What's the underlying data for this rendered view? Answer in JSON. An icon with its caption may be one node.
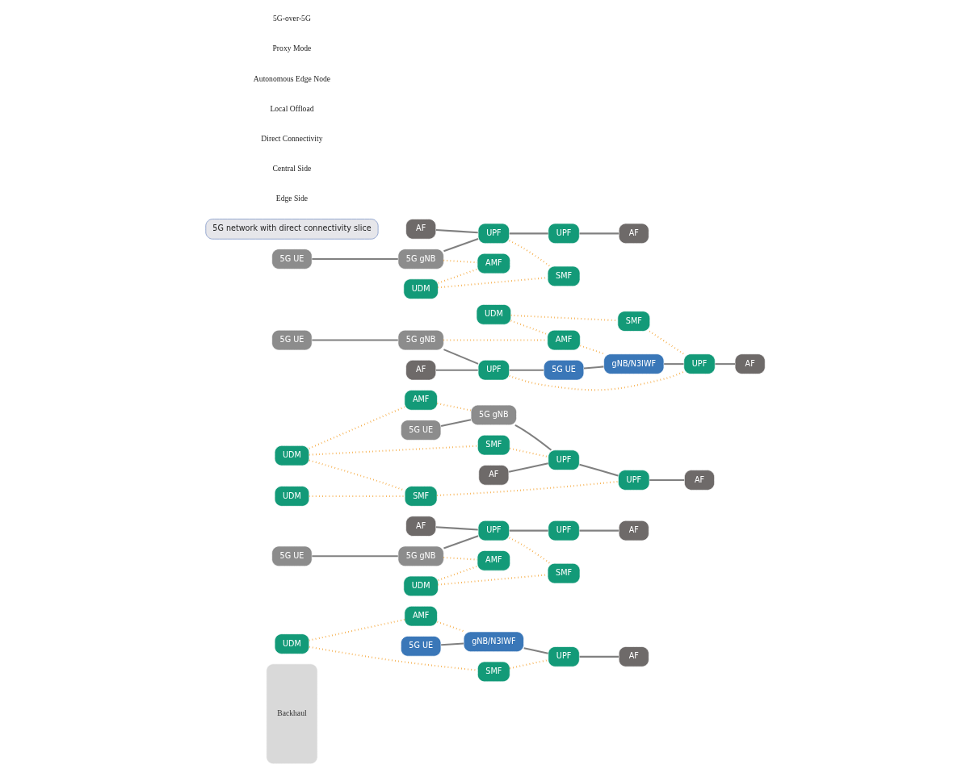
{
  "diagram": {
    "nodes": [
      {
        "text": [
          "Backhaul"
        ]
      },
      {
        "text": [
          "UDM"
        ]
      },
      {
        "text": [
          "AF"
        ]
      },
      {
        "text": [
          "AMF"
        ]
      },
      {
        "text": [
          "SMF"
        ]
      },
      {
        "text": [
          "5G UE"
        ]
      },
      {
        "text": [
          "gNB/N3IWF"
        ]
      },
      {
        "text": [
          "UPF"
        ]
      },
      {
        "text": [
          "AF"
        ]
      },
      {
        "text": [
          "UDM"
        ]
      },
      {
        "text": [
          "AF"
        ]
      },
      {
        "text": [
          "5G UE"
        ]
      },
      {
        "text": [
          "5G gNB"
        ]
      },
      {
        "text": [
          "UPF"
        ]
      },
      {
        "text": [
          "AMF"
        ]
      },
      {
        "text": [
          "SMF"
        ]
      },
      {
        "text": [
          "UPF"
        ]
      },
      {
        "text": [
          "UDM"
        ]
      },
      {
        "text": [
          "AF"
        ]
      },
      {
        "text": [
          "UDM"
        ]
      },
      {
        "text": [
          "AF"
        ]
      },
      {
        "text": [
          "AMF"
        ]
      },
      {
        "text": [
          "SMF"
        ]
      },
      {
        "text": [
          "SMF"
        ]
      },
      {
        "text": [
          "5G UE"
        ]
      },
      {
        "text": [
          "5G gNB"
        ]
      },
      {
        "text": [
          "UPF"
        ]
      },
      {
        "text": [
          "UPF"
        ]
      },
      {
        "text": [
          "UDM"
        ]
      },
      {
        "text": [
          "AF"
        ]
      },
      {
        "text": [
          "AF"
        ]
      },
      {
        "text": [
          "AMF"
        ]
      },
      {
        "text": [
          "SMF"
        ]
      },
      {
        "text": [
          "5G UE"
        ]
      },
      {
        "text": [
          "5G gNB"
        ]
      },
      {
        "text": [
          "UPF"
        ]
      },
      {
        "text": [
          "5G UE"
        ]
      },
      {
        "text": [
          "gNB/N3IWF"
        ]
      },
      {
        "text": [
          "UPF"
        ]
      },
      {
        "text": [
          "AF"
        ]
      },
      {
        "text": [
          "5G network with direct connectivity slice"
        ]
      },
      {
        "text": [
          "UDM"
        ]
      },
      {
        "text": [
          "AF"
        ]
      },
      {
        "text": [
          "AMF"
        ]
      },
      {
        "text": [
          "SMF"
        ]
      },
      {
        "text": [
          "5G UE"
        ]
      },
      {
        "text": [
          "5G gNB"
        ]
      },
      {
        "text": [
          "UPF"
        ]
      },
      {
        "text": [
          "UPF"
        ]
      }
    ],
    "edges": [
      {
        "from": 5,
        "to": 6,
        "arrow": "none"
      },
      {
        "from": 6,
        "to": 7,
        "arrow": "none"
      },
      {
        "from": 7,
        "to": 2,
        "arrow": "none"
      },
      {
        "from": 1,
        "to": 3,
        "arrow": "none",
        "style": "dashed",
        "color": "#f39a1e"
      },
      {
        "from": 1,
        "to": 4,
        "arrow": "none",
        "style": "dashed",
        "color": "#f39a1e"
      },
      {
        "from": 3,
        "to": 6,
        "arrow": "none",
        "style": "dashed",
        "color": "#f39a1e"
      },
      {
        "from": 4,
        "to": 7,
        "arrow": "none",
        "style": "dashed",
        "color": "#f39a1e"
      },
      {
        "from": 11,
        "to": 12,
        "arrow": "none"
      },
      {
        "from": 12,
        "to": 13,
        "arrow": "none"
      },
      {
        "from": 8,
        "to": 13,
        "arrow": "none"
      },
      {
        "from": 13,
        "to": 16,
        "arrow": "none"
      },
      {
        "from": 16,
        "to": 10,
        "arrow": "none"
      },
      {
        "from": 12,
        "to": 14,
        "arrow": "none",
        "style": "dashed",
        "color": "#f39a1e"
      },
      {
        "from": 9,
        "to": 14,
        "arrow": "none",
        "style": "dashed",
        "color": "#f39a1e"
      },
      {
        "from": 9,
        "to": 15,
        "arrow": "none",
        "style": "dashed",
        "color": "#f39a1e"
      },
      {
        "from": 13,
        "to": 15,
        "arrow": "none",
        "style": "dashed",
        "color": "#f39a1e"
      },
      {
        "from": 24,
        "to": 25,
        "arrow": "none"
      },
      {
        "from": 25,
        "to": 26,
        "arrow": "none"
      },
      {
        "from": 18,
        "to": 26,
        "arrow": "none"
      },
      {
        "from": 26,
        "to": 27,
        "arrow": "none"
      },
      {
        "from": 27,
        "to": 20,
        "arrow": "none"
      },
      {
        "from": 17,
        "to": 21,
        "arrow": "none",
        "style": "dashed",
        "color": "#f39a1e"
      },
      {
        "from": 17,
        "to": 22,
        "arrow": "none",
        "style": "dashed",
        "color": "#f39a1e"
      },
      {
        "from": 21,
        "to": 25,
        "arrow": "none",
        "style": "dashed",
        "color": "#f39a1e"
      },
      {
        "from": 22,
        "to": 26,
        "arrow": "none",
        "style": "dashed",
        "color": "#f39a1e"
      },
      {
        "from": 17,
        "to": 23,
        "arrow": "none",
        "style": "dashed",
        "color": "#f39a1e"
      },
      {
        "from": 19,
        "to": 23,
        "arrow": "none",
        "style": "dashed",
        "color": "#f39a1e"
      },
      {
        "from": 23,
        "to": 27,
        "arrow": "none",
        "style": "dashed",
        "color": "#f39a1e"
      },
      {
        "from": 33,
        "to": 34,
        "arrow": "none"
      },
      {
        "from": 34,
        "to": 35,
        "arrow": "none"
      },
      {
        "from": 30,
        "to": 35,
        "arrow": "none"
      },
      {
        "from": 35,
        "to": 36,
        "arrow": "none"
      },
      {
        "from": 36,
        "to": 37,
        "arrow": "none"
      },
      {
        "from": 37,
        "to": 38,
        "arrow": "none"
      },
      {
        "from": 38,
        "to": 29,
        "arrow": "none"
      },
      {
        "from": 34,
        "to": 31,
        "arrow": "none",
        "style": "dashed",
        "color": "#f39a1e"
      },
      {
        "from": 28,
        "to": 31,
        "arrow": "none",
        "style": "dashed",
        "color": "#f39a1e"
      },
      {
        "from": 28,
        "to": 32,
        "arrow": "none",
        "style": "dashed",
        "color": "#f39a1e"
      },
      {
        "from": 31,
        "to": 37,
        "arrow": "none",
        "style": "dashed",
        "color": "#f39a1e"
      },
      {
        "from": 35,
        "to": 38,
        "arrow": "none",
        "style": "dashed",
        "color": "#f39a1e"
      },
      {
        "from": 32,
        "to": 38,
        "arrow": "none",
        "style": "dashed",
        "color": "#f39a1e"
      },
      {
        "from": 45,
        "to": 46,
        "arrow": "none"
      },
      {
        "from": 46,
        "to": 47,
        "arrow": "none"
      },
      {
        "from": 39,
        "to": 47,
        "arrow": "none"
      },
      {
        "from": 47,
        "to": 48,
        "arrow": "none"
      },
      {
        "from": 48,
        "to": 42,
        "arrow": "none"
      },
      {
        "from": 46,
        "to": 43,
        "arrow": "none",
        "style": "dashed",
        "color": "#f39a1e"
      },
      {
        "from": 41,
        "to": 43,
        "arrow": "none",
        "style": "dashed",
        "color": "#f39a1e"
      },
      {
        "from": 41,
        "to": 44,
        "arrow": "none",
        "style": "dashed",
        "color": "#f39a1e"
      },
      {
        "from": 47,
        "to": 44,
        "arrow": "none",
        "style": "dashed",
        "color": "#f39a1e"
      }
    ],
    "labels": [
      "Edge Side",
      "Central Side",
      "Direct Connectivity",
      "Local Offload",
      "Autonomous Edge Node",
      "Proxy Mode",
      "5G-over-5G"
    ]
  }
}
